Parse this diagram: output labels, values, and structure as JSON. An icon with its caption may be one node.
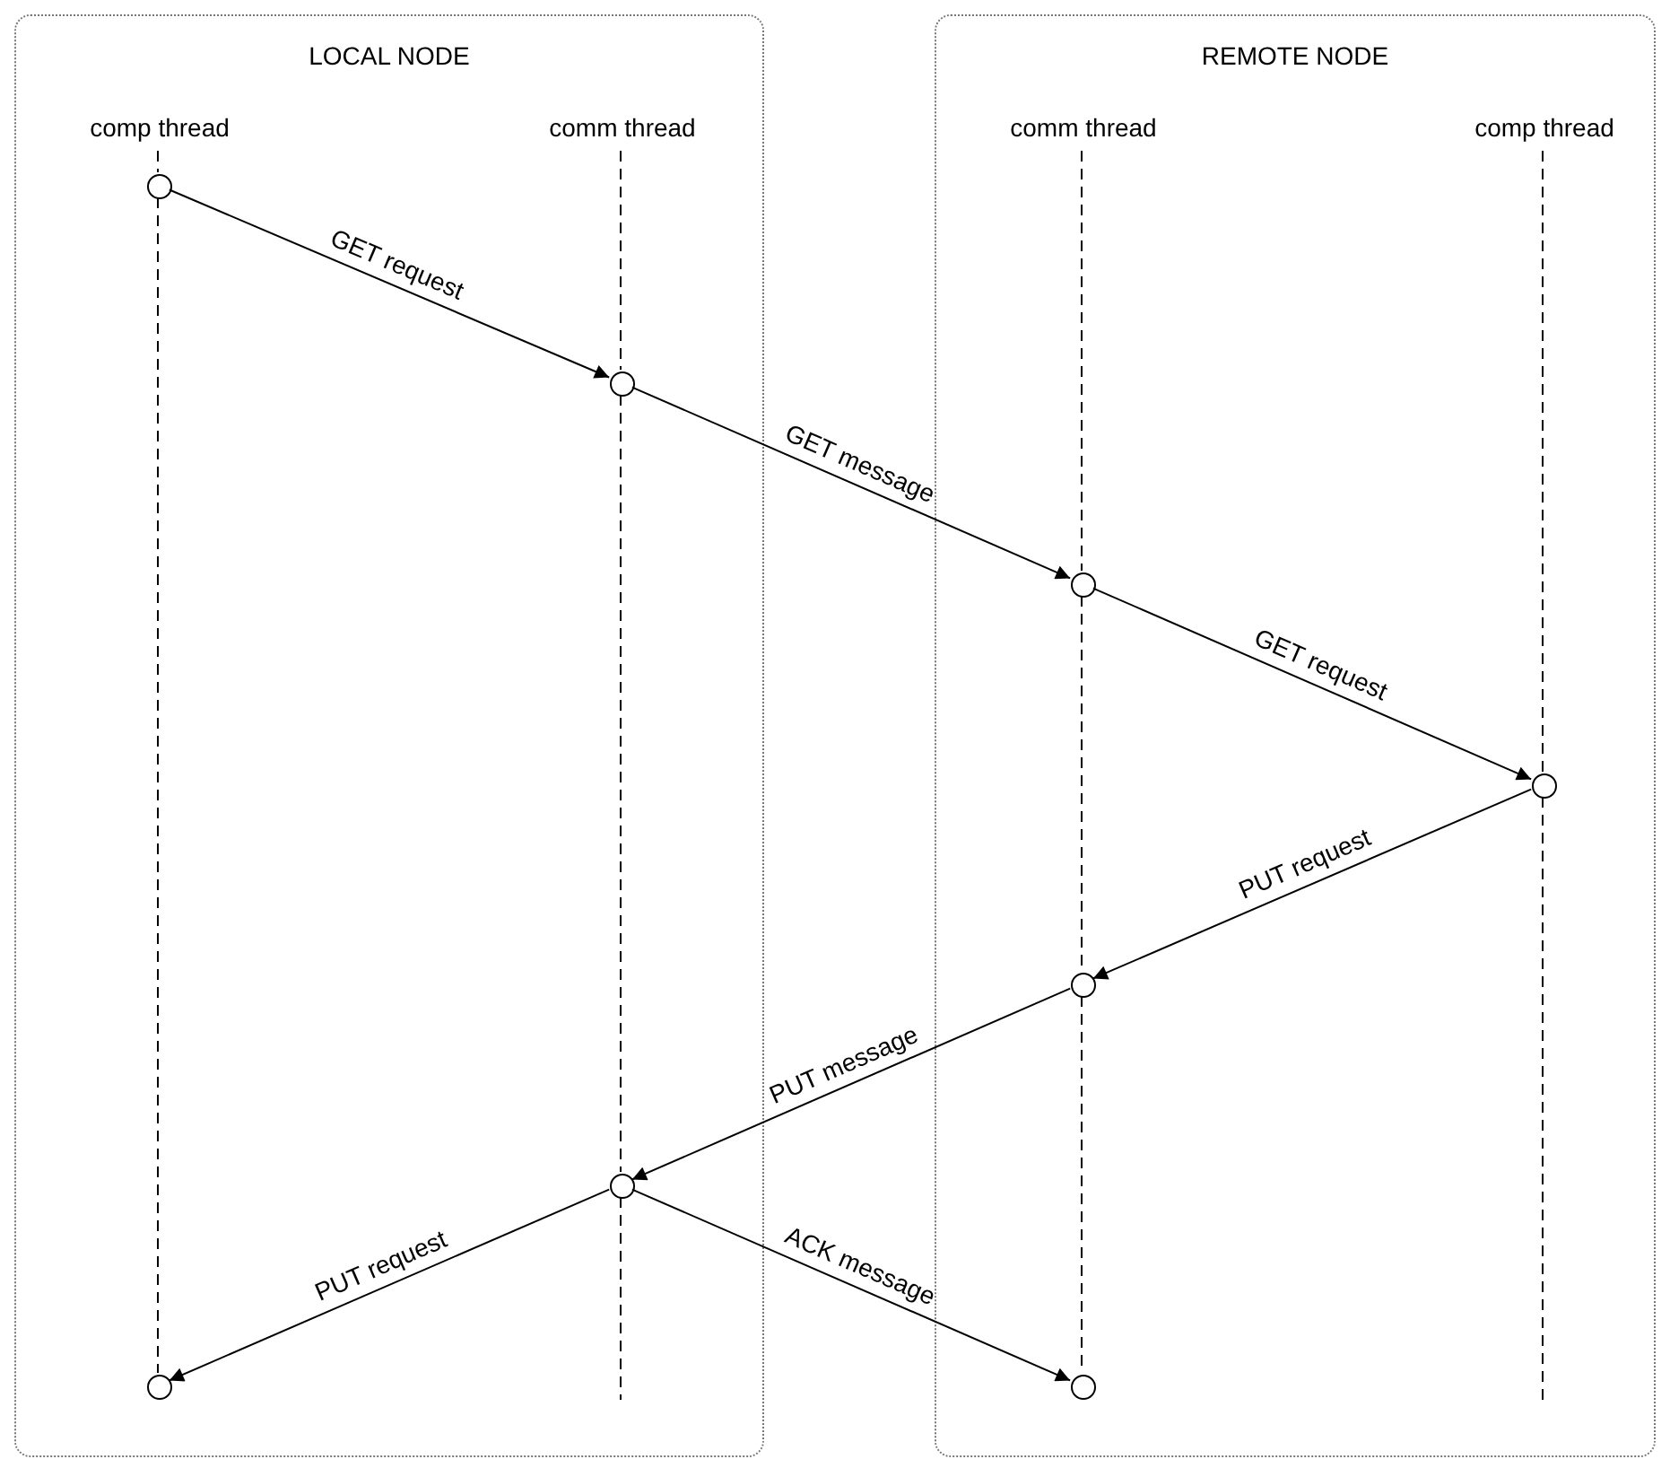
{
  "diagram": {
    "nodes": [
      {
        "text": [
          "LOCAL NODE"
        ]
      },
      {
        "text": [
          "comp thread"
        ],
        "in": 0
      },
      {
        "text": [
          "comm thread"
        ],
        "in": 0
      },
      {
        "text": [
          "REMOTE NODE"
        ]
      },
      {
        "text": [
          "comm thread"
        ],
        "in": 3
      },
      {
        "text": [
          "comp thread"
        ],
        "in": 3
      },
      {
        "text": [],
        "shape": "circle",
        "in": 0
      },
      {
        "text": [],
        "shape": "circle",
        "in": 0
      },
      {
        "text": [],
        "shape": "circle",
        "in": 3
      },
      {
        "text": [],
        "shape": "circle",
        "in": 3
      },
      {
        "text": [],
        "shape": "circle",
        "in": 3
      },
      {
        "text": [],
        "shape": "circle",
        "in": 0
      },
      {
        "text": [],
        "shape": "circle",
        "in": 0
      },
      {
        "text": [],
        "shape": "circle",
        "in": 3
      }
    ],
    "edges": [
      {
        "from": 6,
        "to": 7,
        "arrow": "to",
        "label": "GET request"
      },
      {
        "from": 7,
        "to": 8,
        "arrow": "to",
        "label": "GET message"
      },
      {
        "from": 8,
        "to": 9,
        "arrow": "to",
        "label": "GET request"
      },
      {
        "from": 9,
        "to": 10,
        "arrow": "to",
        "label": "PUT request"
      },
      {
        "from": 10,
        "to": 11,
        "arrow": "to",
        "label": "PUT message"
      },
      {
        "from": 11,
        "to": 12,
        "arrow": "to",
        "label": "PUT request"
      },
      {
        "from": 11,
        "to": 13,
        "arrow": "to",
        "label": "ACK message"
      },
      {
        "from": 1,
        "to": 6,
        "arrow": "none",
        "style": "dashed"
      },
      {
        "from": 6,
        "to": 12,
        "arrow": "none",
        "style": "dashed"
      },
      {
        "from": 2,
        "to": 7,
        "arrow": "none",
        "style": "dashed"
      },
      {
        "from": 7,
        "to": 11,
        "arrow": "none",
        "style": "dashed"
      },
      {
        "from": 11,
        "to": null,
        "arrow": "none",
        "style": "dashed"
      },
      {
        "from": 4,
        "to": 8,
        "arrow": "none",
        "style": "dashed"
      },
      {
        "from": 8,
        "to": 10,
        "arrow": "none",
        "style": "dashed"
      },
      {
        "from": 10,
        "to": 13,
        "arrow": "none",
        "style": "dashed"
      },
      {
        "from": 5,
        "to": 9,
        "arrow": "none",
        "style": "dashed"
      },
      {
        "from": 9,
        "to": null,
        "arrow": "none",
        "style": "dashed"
      }
    ]
  }
}
